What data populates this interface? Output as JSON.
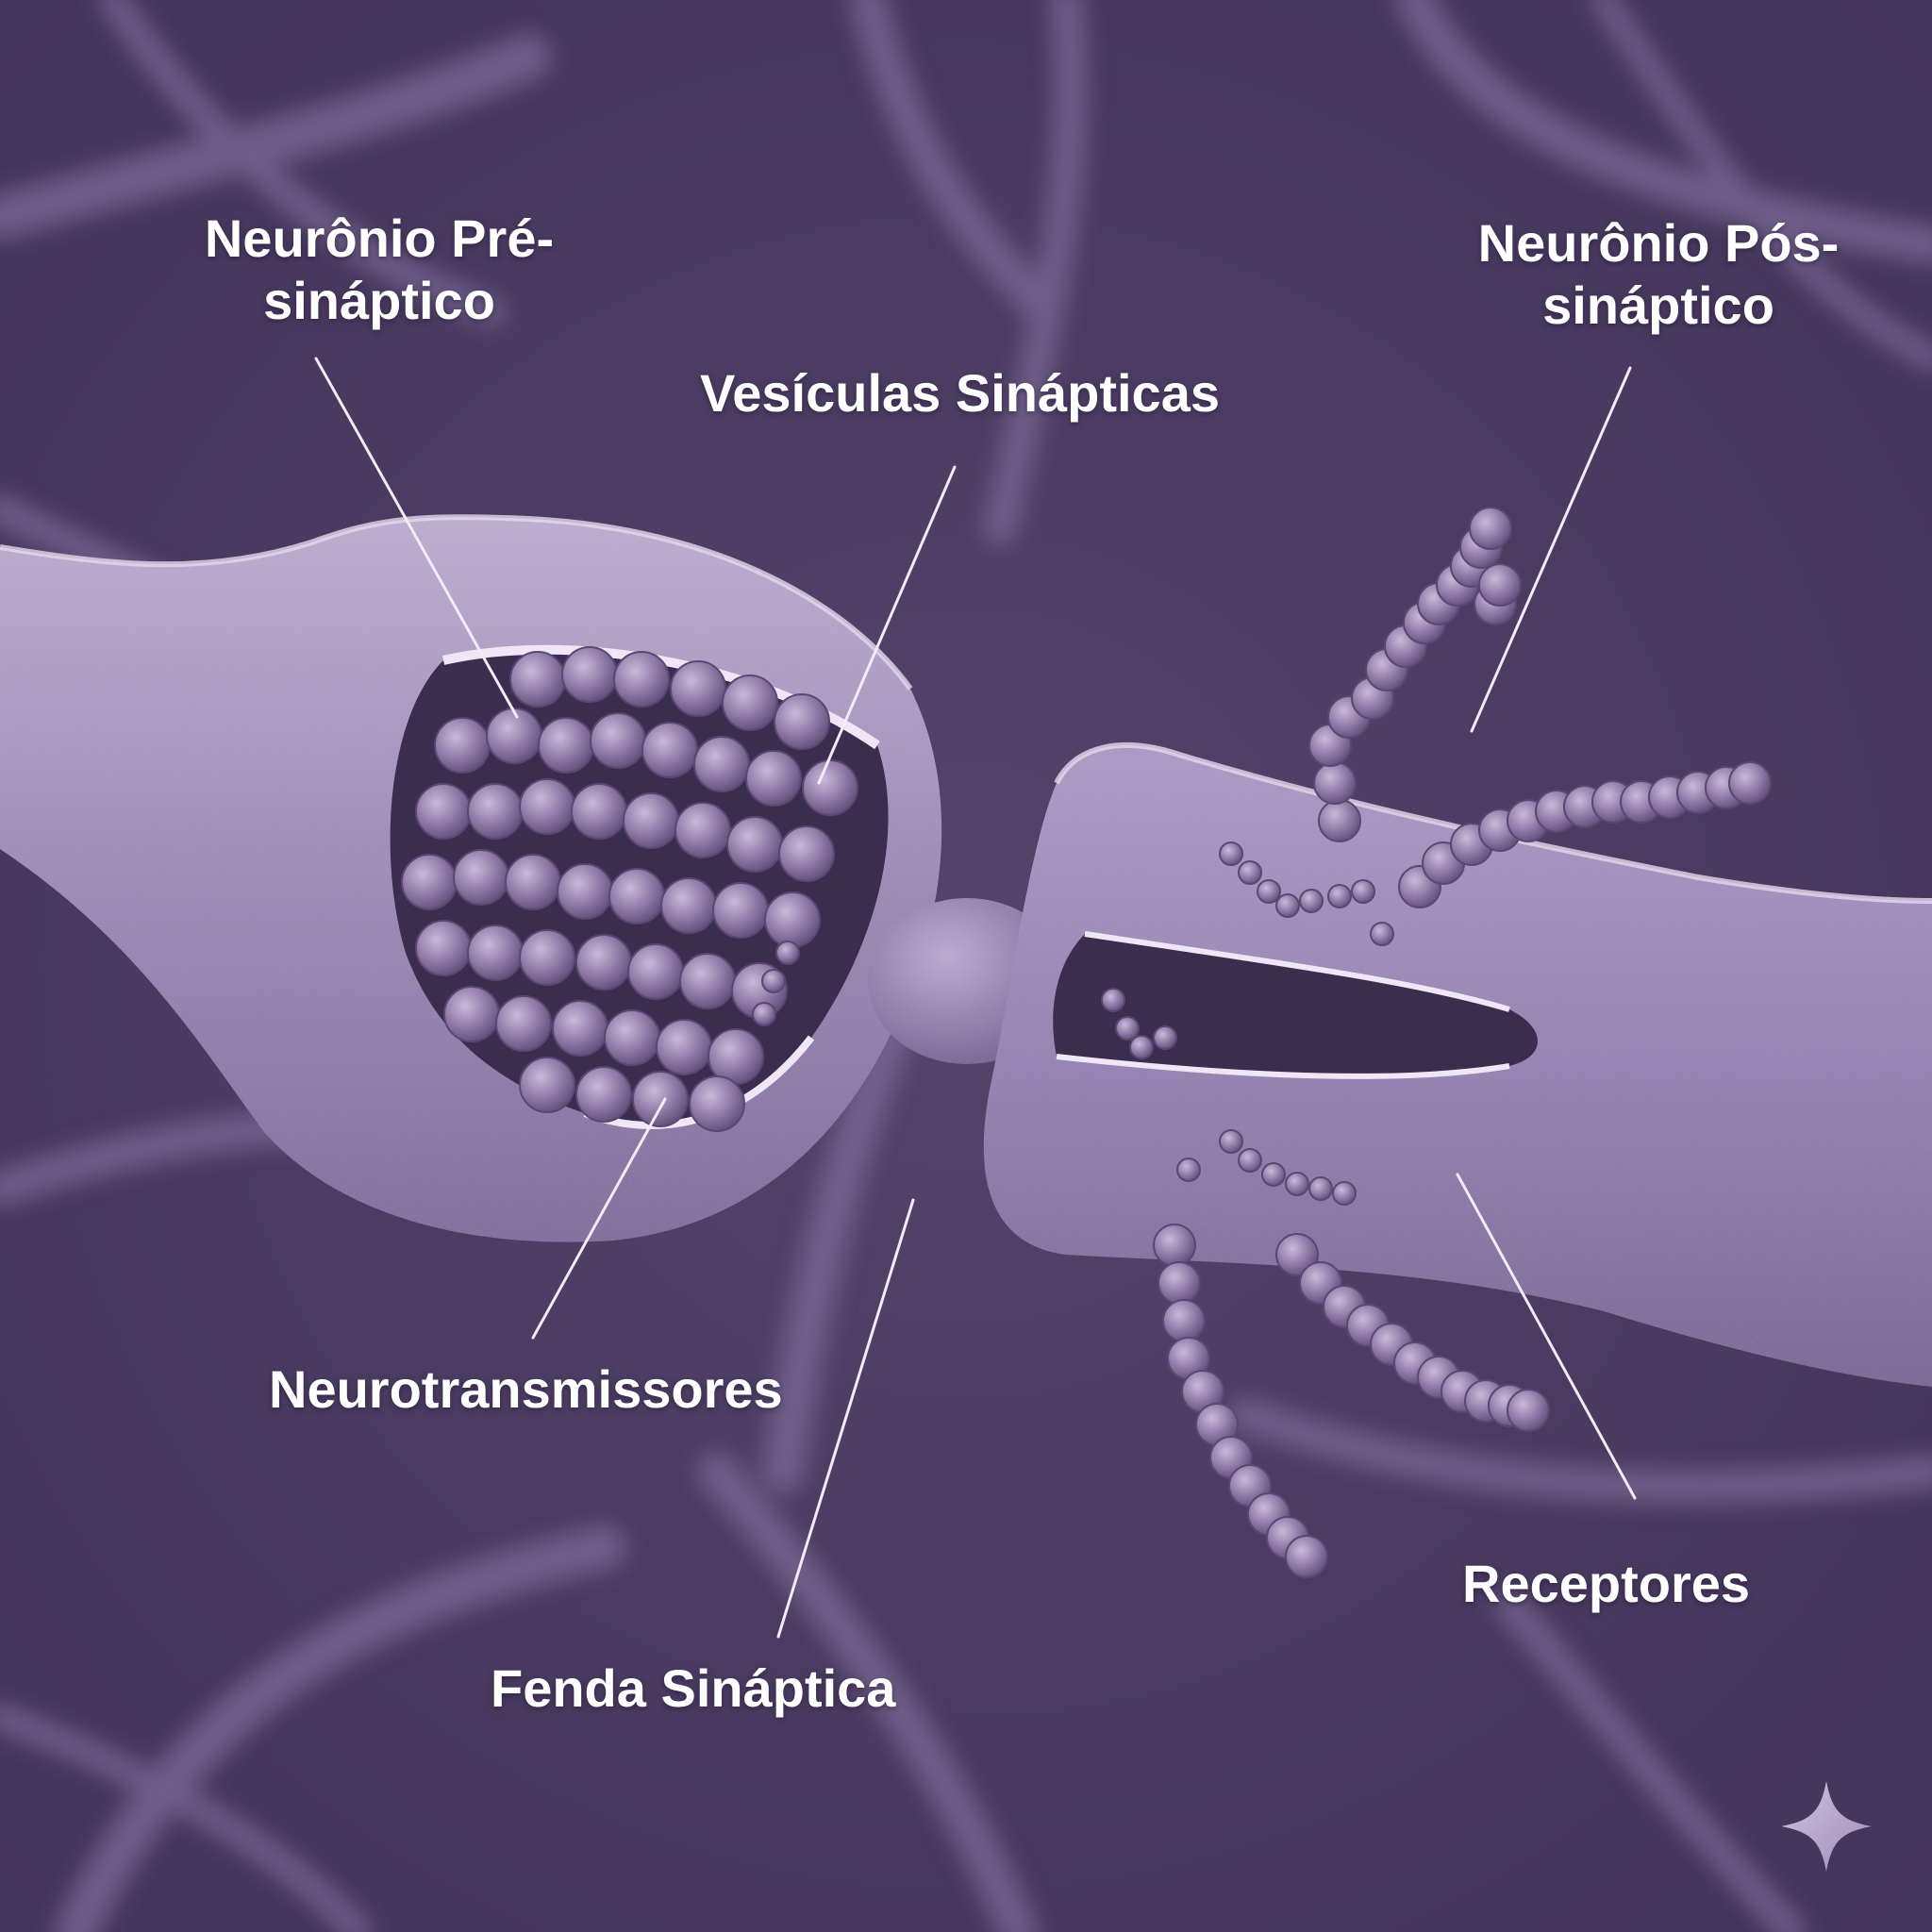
{
  "diagram": {
    "labels": {
      "pre_neuron": [
        "Neurônio Pré-",
        "sináptico"
      ],
      "post_neuron": [
        "Neurônio Pós-",
        "sináptico"
      ],
      "vesicles": "Vesículas Sinápticas",
      "neurotransmitters": "Neurotransmissores",
      "cleft": "Fenda Sináptica",
      "receptors": "Receptores"
    },
    "colors": {
      "background": "#4a3a5c",
      "membrane": "#9c88b4",
      "membrane_highlight": "#e6dcef",
      "interior": "#3b2d4d",
      "vesicle": "#8d78a8",
      "leader_line": "#f2ecf7",
      "label_text": "#ffffff"
    },
    "icons": {
      "corner_mark": "sparkle-icon"
    }
  }
}
